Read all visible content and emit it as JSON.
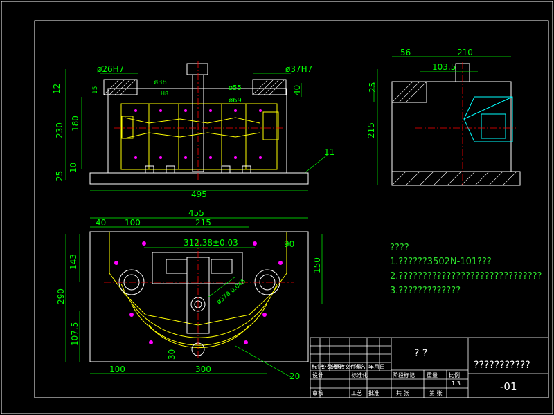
{
  "dimensions": {
    "front": {
      "d_left": "ø26H7",
      "d_right": "ø37H7",
      "d_38": "ø38",
      "d_55": "ø55",
      "d_69": "ø69",
      "h8": "H8",
      "v12": "12",
      "v15": "15",
      "v230": "230",
      "v180": "180",
      "v25": "25",
      "v10": "10",
      "v40": "40",
      "w495": "495",
      "callout": "11"
    },
    "side": {
      "w56": "56",
      "w210": "210",
      "w103": "103.5",
      "v25": "25",
      "v215": "215"
    },
    "top": {
      "w455": "455",
      "w40": "40",
      "w100": "100",
      "w215": "215",
      "w312": "312.38±0.03",
      "w90": "90",
      "v143": "143",
      "v290": "290",
      "v107": "107.5",
      "v150": "150",
      "d_bore": "ø378 0.045",
      "w100b": "100",
      "w300": "300",
      "v30": "30",
      "callout": "20"
    }
  },
  "notes": {
    "heading": "????",
    "line1": "1.??????3502N-101???",
    "line2": "2.??????????????????????????????",
    "line3": "3.?????????????"
  },
  "title_block": {
    "name": "?  ?",
    "drawing_title": "???????????",
    "drawing_no": "-01",
    "scale": "1:3",
    "labels": [
      "标记",
      "处数",
      "分区",
      "更改文件号",
      "签名",
      "年月日",
      "设计",
      "标准化",
      "审核",
      "工艺",
      "批准",
      "阶段标记",
      "重量",
      "比例",
      "共 张",
      "第 张"
    ]
  },
  "colors": {
    "background": "#000000",
    "frame": "#ffffff",
    "dimension": "#00ff00",
    "part": "#ffff00",
    "detail": "#ff00ff",
    "centerline": "#ff0000",
    "section": "#00ffff"
  }
}
